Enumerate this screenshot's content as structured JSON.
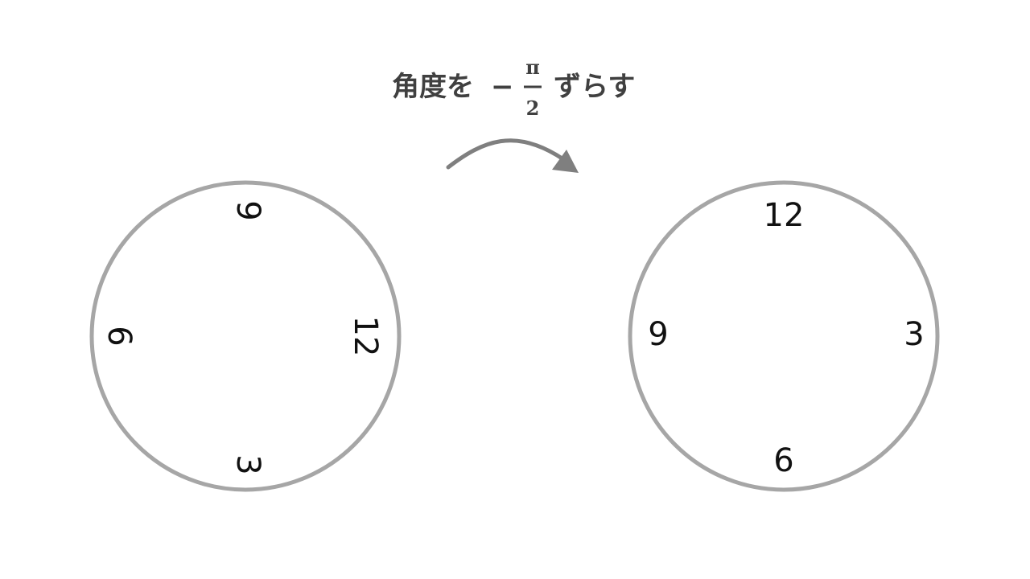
{
  "title": {
    "prefix": "角度を",
    "sign": "−",
    "numerator": "π",
    "denominator": "2",
    "suffix": "ずらす"
  },
  "colors": {
    "circle_stroke": "#a6a6a6",
    "arrow": "#7f7f7f",
    "title": "#404040",
    "numbers": "#111111"
  },
  "left_clock": {
    "labels": {
      "top": "9",
      "right": "12",
      "bottom": "3",
      "left": "6"
    },
    "rotation_deg": 90
  },
  "right_clock": {
    "labels": {
      "top": "12",
      "right": "3",
      "bottom": "6",
      "left": "9"
    },
    "rotation_deg": 0
  }
}
